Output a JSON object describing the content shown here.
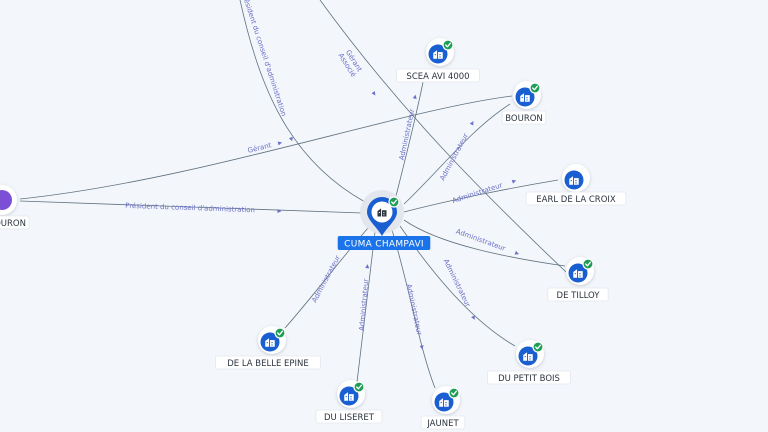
{
  "colors": {
    "node_blue": "#1a5fd1",
    "check_green": "#1f9d55",
    "person_purple": "#7b4fd6",
    "edge": "#5f7282",
    "edge_label": "#6b70c9",
    "center_label_bg": "#1a73e8"
  },
  "center": {
    "label": "CUMA CHAMPAVI",
    "icon": "building-icon",
    "verified": true
  },
  "nodes": [
    {
      "id": "scea-avi-4000",
      "label": "SCEA AVI 4000",
      "icon": "building-icon",
      "verified": true
    },
    {
      "id": "bouron",
      "label": "BOURON",
      "icon": "building-icon",
      "verified": true
    },
    {
      "id": "earl-de-la-croix",
      "label": "EARL DE LA CROIX",
      "icon": "building-icon",
      "verified": false
    },
    {
      "id": "de-tilloy",
      "label": "DE TILLOY",
      "icon": "building-icon",
      "verified": true
    },
    {
      "id": "du-petit-bois",
      "label": "DU PETIT BOIS",
      "icon": "building-icon",
      "verified": true
    },
    {
      "id": "jaunet",
      "label": "JAUNET",
      "icon": "building-icon",
      "verified": true
    },
    {
      "id": "du-liseret",
      "label": "DU LISERET",
      "icon": "building-icon",
      "verified": true
    },
    {
      "id": "de-la-belle-epine",
      "label": "DE LA BELLE EPINE",
      "icon": "building-icon",
      "verified": true
    },
    {
      "id": "person-bouron",
      "label": "OURON",
      "icon": "person-icon",
      "verified": false
    }
  ],
  "edges": [
    {
      "id": "e-scea",
      "label": "Administrateur"
    },
    {
      "id": "e-bouron",
      "label": "Administrateur"
    },
    {
      "id": "e-earl",
      "label": "Administrateur"
    },
    {
      "id": "e-tilloy",
      "label": "Administrateur"
    },
    {
      "id": "e-petitbois",
      "label": "Administrateur"
    },
    {
      "id": "e-jaunet",
      "label": "Administrateur"
    },
    {
      "id": "e-liseret",
      "label": "Administrateur"
    },
    {
      "id": "e-belle",
      "label": "Administrateur"
    },
    {
      "id": "e-president",
      "label": "Président du conseil d'administration"
    },
    {
      "id": "e-gerant-bouron",
      "label": "Gérant"
    },
    {
      "id": "e-top-president",
      "label": "Président du conseil d'administration"
    },
    {
      "id": "e-gerant-associe",
      "label": "Gérant\nAssocié"
    }
  ]
}
